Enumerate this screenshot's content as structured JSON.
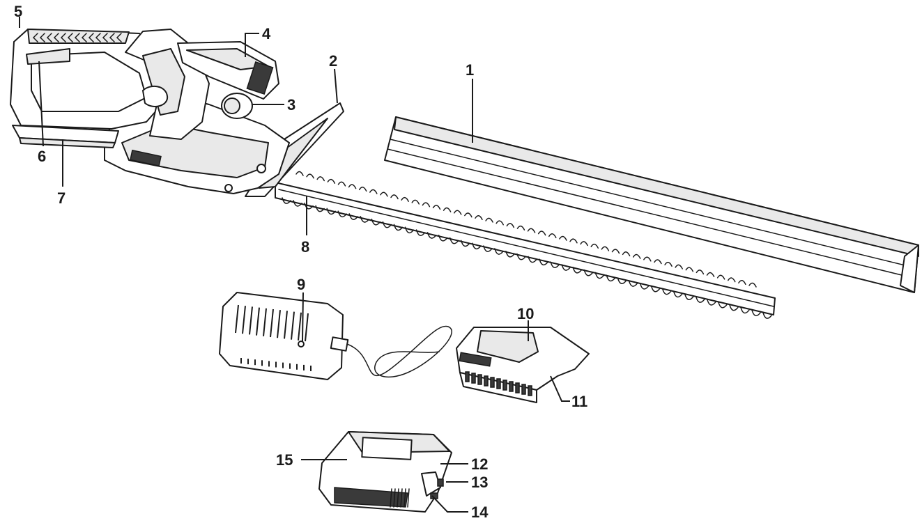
{
  "callouts": [
    {
      "id": "1",
      "label": "1"
    },
    {
      "id": "2",
      "label": "2"
    },
    {
      "id": "3",
      "label": "3"
    },
    {
      "id": "4",
      "label": "4"
    },
    {
      "id": "5",
      "label": "5"
    },
    {
      "id": "6",
      "label": "6"
    },
    {
      "id": "7",
      "label": "7"
    },
    {
      "id": "8",
      "label": "8"
    },
    {
      "id": "9",
      "label": "9"
    },
    {
      "id": "10",
      "label": "10"
    },
    {
      "id": "11",
      "label": "11"
    },
    {
      "id": "12",
      "label": "12"
    },
    {
      "id": "13",
      "label": "13"
    },
    {
      "id": "14",
      "label": "14"
    },
    {
      "id": "15",
      "label": "15"
    }
  ],
  "colors": {
    "line": "#1a1a1a",
    "background": "#ffffff",
    "shade": "#e9e9e9"
  }
}
